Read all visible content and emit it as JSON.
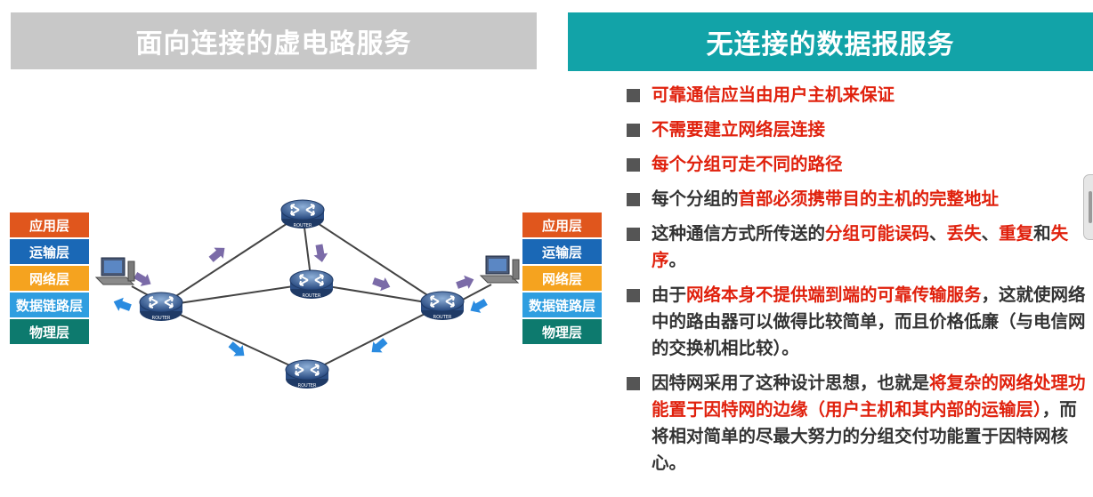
{
  "headers": {
    "left": "面向连接的虚电路服务",
    "right": "无连接的数据报服务"
  },
  "layers": [
    {
      "label": "应用层",
      "color": "#e0561d"
    },
    {
      "label": "运输层",
      "color": "#1a68b6"
    },
    {
      "label": "网络层",
      "color": "#f5a31f"
    },
    {
      "label": "数据链路层",
      "color": "#2f9ee0"
    },
    {
      "label": "物理层",
      "color": "#0d7a6e"
    }
  ],
  "router_label": "ROUTER",
  "colors": {
    "accent_red": "#e0210d",
    "header_gray": "#c8c8c8",
    "header_teal": "#12a3a8",
    "arrow_purple": "#7b6ba8",
    "arrow_blue": "#2a8be0",
    "router_blue": "#3a5f96"
  },
  "bullets": [
    {
      "segments": [
        {
          "t": "可靠通信应当由用户主机来保证",
          "red": true
        }
      ]
    },
    {
      "segments": [
        {
          "t": "不需要建立网络层连接",
          "red": true
        }
      ]
    },
    {
      "segments": [
        {
          "t": "每个分组可走不同的路径",
          "red": true
        }
      ]
    },
    {
      "segments": [
        {
          "t": "每个分组的",
          "red": false
        },
        {
          "t": "首部必须携带目的主机的完整地址",
          "red": true
        }
      ]
    },
    {
      "segments": [
        {
          "t": "这种通信方式所传送的",
          "red": false
        },
        {
          "t": "分组可能误码",
          "red": true
        },
        {
          "t": "、",
          "red": false
        },
        {
          "t": "丢失",
          "red": true
        },
        {
          "t": "、",
          "red": false
        },
        {
          "t": "重复",
          "red": true
        },
        {
          "t": "和",
          "red": false
        },
        {
          "t": "失序",
          "red": true
        },
        {
          "t": "。",
          "red": false
        }
      ]
    },
    {
      "segments": [
        {
          "t": "由于",
          "red": false
        },
        {
          "t": "网络本身不提供端到端的可靠传输服务",
          "red": true
        },
        {
          "t": "，这就使网络中的路由器可以做得比较简单，而且价格低廉（与电信网的交换机相比较）。",
          "red": false
        }
      ]
    },
    {
      "segments": [
        {
          "t": "因特网采用了这种设计思想，也就是",
          "red": false
        },
        {
          "t": "将复杂的网络处理功能置于因特网的边缘（用户主机和其内部的运输层）",
          "red": true
        },
        {
          "t": "，而将相对简单的尽最大努力的分组交付功能置于因特网核心。",
          "red": false
        }
      ]
    }
  ]
}
